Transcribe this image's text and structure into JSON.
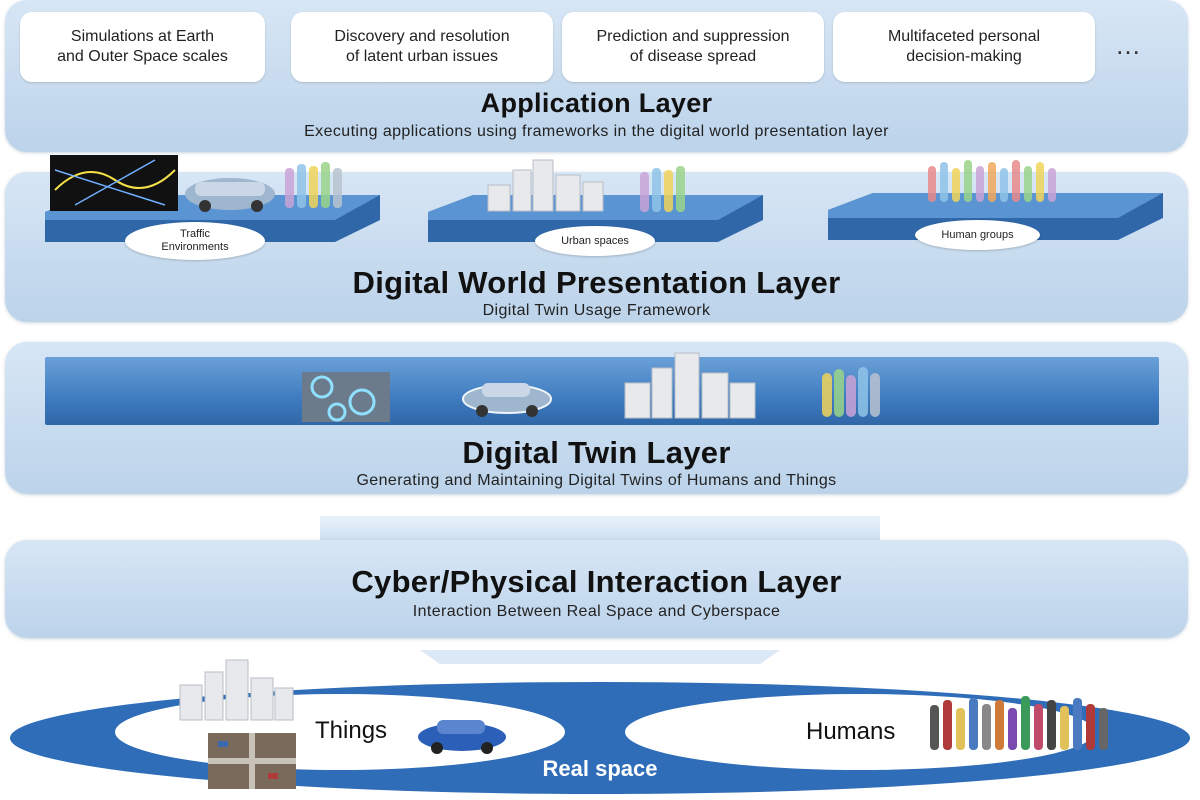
{
  "application_layer": {
    "title": "Application Layer",
    "subtitle": "Executing applications using frameworks in the digital world presentation layer",
    "boxes": [
      "Simulations at Earth\nand Outer Space scales",
      "Discovery and resolution\nof latent urban issues",
      "Prediction and suppression\nof disease spread",
      "Multifaceted personal\ndecision-making"
    ],
    "more": "…"
  },
  "presentation_layer": {
    "title": "Digital World Presentation Layer",
    "subtitle": "Digital Twin Usage Framework",
    "platforms": [
      "Traffic\nEnvironments",
      "Urban spaces",
      "Human groups"
    ]
  },
  "twin_layer": {
    "title": "Digital Twin Layer",
    "subtitle": "Generating and Maintaining Digital Twins of Humans and Things"
  },
  "interaction_layer": {
    "title": "Cyber/Physical Interaction Layer",
    "subtitle": "Interaction Between Real Space and Cyberspace"
  },
  "real_space": {
    "label": "Real space",
    "things": "Things",
    "humans": "Humans"
  },
  "colors": {
    "layer_fill": "#c9dcf0",
    "platform_blue": "#3f7cc0",
    "real_space_blue": "#2f6db8"
  }
}
